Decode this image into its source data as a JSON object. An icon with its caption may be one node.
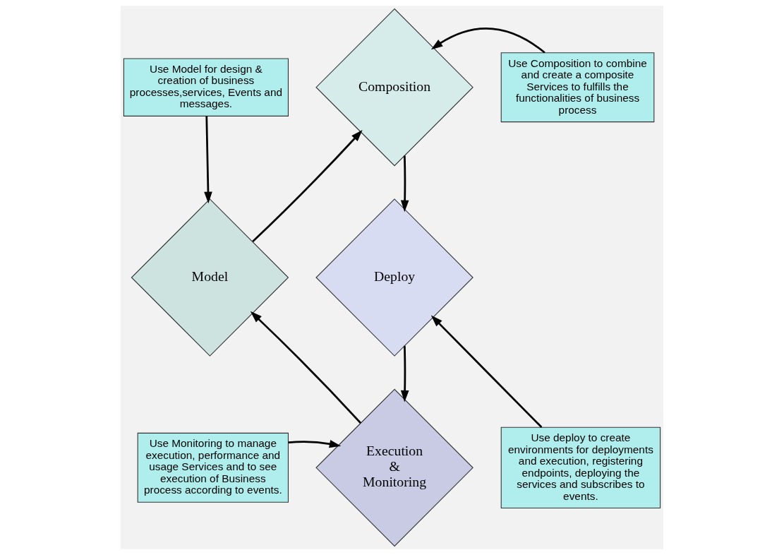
{
  "diagram": {
    "nodes": [
      {
        "text": [
          "Use Model for design & creation of business processes,services, Events and messages."
        ]
      },
      {
        "text": [
          "Use Composition to combine and create a composite Services to fulfills the functionalities of business process"
        ]
      },
      {
        "text": [
          "Composition"
        ]
      },
      {
        "text": [
          "Model"
        ]
      },
      {
        "text": [
          "Deploy"
        ]
      },
      {
        "text": [
          "Execution & Monitoring"
        ]
      },
      {
        "text": [
          "Use Monitoring to manage execution, performance and usage Services and to see execution of Business process according to events."
        ]
      },
      {
        "text": [
          "Use deploy to create environments for deployments and execution, registering endpoints, deploying the services and subscribes to events."
        ]
      }
    ],
    "edges": [
      {
        "from": 0,
        "to": 3,
        "arrow": "to"
      },
      {
        "from": 1,
        "to": 2,
        "arrow": "to"
      },
      {
        "from": 3,
        "to": 2,
        "arrow": "to"
      },
      {
        "from": 2,
        "to": 4,
        "arrow": "to"
      },
      {
        "from": 4,
        "to": 5,
        "arrow": "to"
      },
      {
        "from": 5,
        "to": 3,
        "arrow": "to"
      },
      {
        "from": 6,
        "to": 5,
        "arrow": "to"
      },
      {
        "from": 7,
        "to": 4,
        "arrow": "to"
      }
    ]
  }
}
